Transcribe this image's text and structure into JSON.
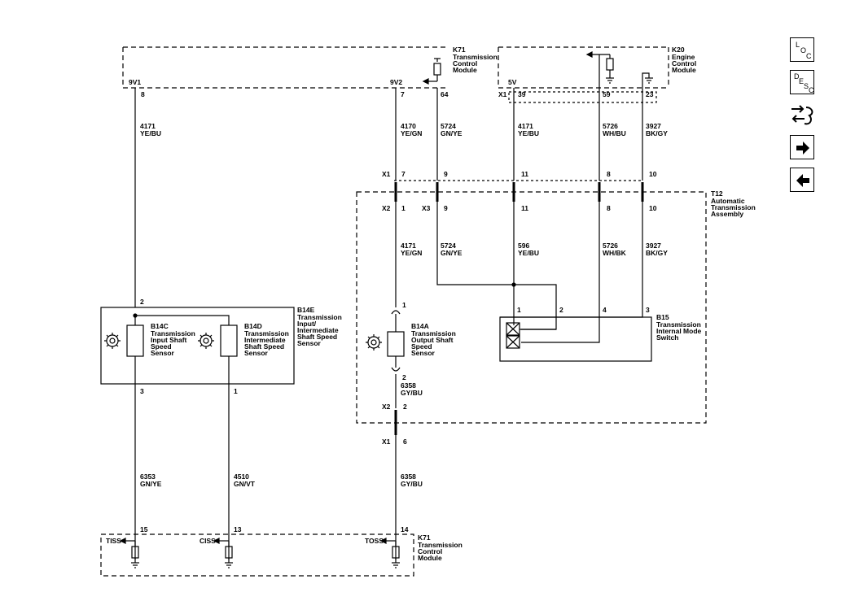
{
  "modules": {
    "k71_top": {
      "ref": "K71",
      "name": [
        "Transmission",
        "Control",
        "Module"
      ]
    },
    "k20": {
      "ref": "K20",
      "name": [
        "Engine",
        "Control",
        "Module"
      ]
    },
    "k71_bottom": {
      "ref": "K71",
      "name": [
        "Transmission",
        "Control",
        "Module"
      ]
    },
    "t12": {
      "ref": "T12",
      "name": [
        "Automatic",
        "Transmission",
        "Assembly"
      ]
    }
  },
  "supplies": {
    "v1": "9V1",
    "v2": "9V2",
    "v5": "5V"
  },
  "pins": {
    "p8": "8",
    "p7": "7",
    "p64": "64",
    "p39": "39",
    "p59": "59",
    "p23": "23",
    "p15": "15",
    "p13": "13",
    "p14": "14"
  },
  "connectors": {
    "x1": "X1",
    "x2": "X2",
    "x3": "X3",
    "x1_pins": [
      "7",
      "9",
      "11",
      "8",
      "10"
    ],
    "x2_pins": [
      "1"
    ],
    "x3_pins": [
      "9",
      "11",
      "8",
      "10"
    ],
    "x2_lower": "2",
    "x1_lower": "6"
  },
  "wires": {
    "w4171_top": [
      "4171",
      "YE/BU"
    ],
    "w4170": [
      "4170",
      "YE/GN"
    ],
    "w5724_top": [
      "5724",
      "GN/YE"
    ],
    "w4171_k20": [
      "4171",
      "YE/BU"
    ],
    "w5726_top": [
      "5726",
      "WH/BU"
    ],
    "w3927_top": [
      "3927",
      "BK/GY"
    ],
    "w4171_mid": [
      "4171",
      "YE/GN"
    ],
    "w5724_mid": [
      "5724",
      "GN/YE"
    ],
    "w596": [
      "596",
      "YE/BU"
    ],
    "w5726_mid": [
      "5726",
      "WH/BK"
    ],
    "w3927_mid": [
      "3927",
      "BK/GY"
    ],
    "w6358_in": [
      "6358",
      "GY/BU"
    ],
    "w6353": [
      "6353",
      "GN/YE"
    ],
    "w4510": [
      "4510",
      "GN/VT"
    ],
    "w6358_out": [
      "6358",
      "GY/BU"
    ]
  },
  "components": {
    "b14e": {
      "ref": "B14E",
      "name": [
        "Transmission",
        "Input/",
        "Intermediate",
        "Shaft Speed",
        "Sensor"
      ],
      "pin_top": "2",
      "pin_left": "3",
      "pin_right": "1"
    },
    "b14c": {
      "ref": "B14C",
      "name": [
        "Transmission",
        "Input Shaft",
        "Speed",
        "Sensor"
      ]
    },
    "b14d": {
      "ref": "B14D",
      "name": [
        "Transmission",
        "Intermediate",
        "Shaft Speed",
        "Sensor"
      ]
    },
    "b14a": {
      "ref": "B14A",
      "name": [
        "Transmission",
        "Output Shaft",
        "Speed",
        "Sensor"
      ],
      "pin_top": "1",
      "pin_bottom": "2"
    },
    "b15": {
      "ref": "B15",
      "name": [
        "Transmission",
        "Internal Mode",
        "Switch"
      ],
      "pins": [
        "1",
        "2",
        "4",
        "3"
      ]
    }
  },
  "signals": {
    "tiss": "TISS",
    "ciss": "CISS",
    "toss": "TOSS"
  },
  "nav": {
    "loc": [
      "L",
      "O",
      "C"
    ],
    "desc": [
      "D",
      "E",
      "S",
      "C"
    ]
  }
}
